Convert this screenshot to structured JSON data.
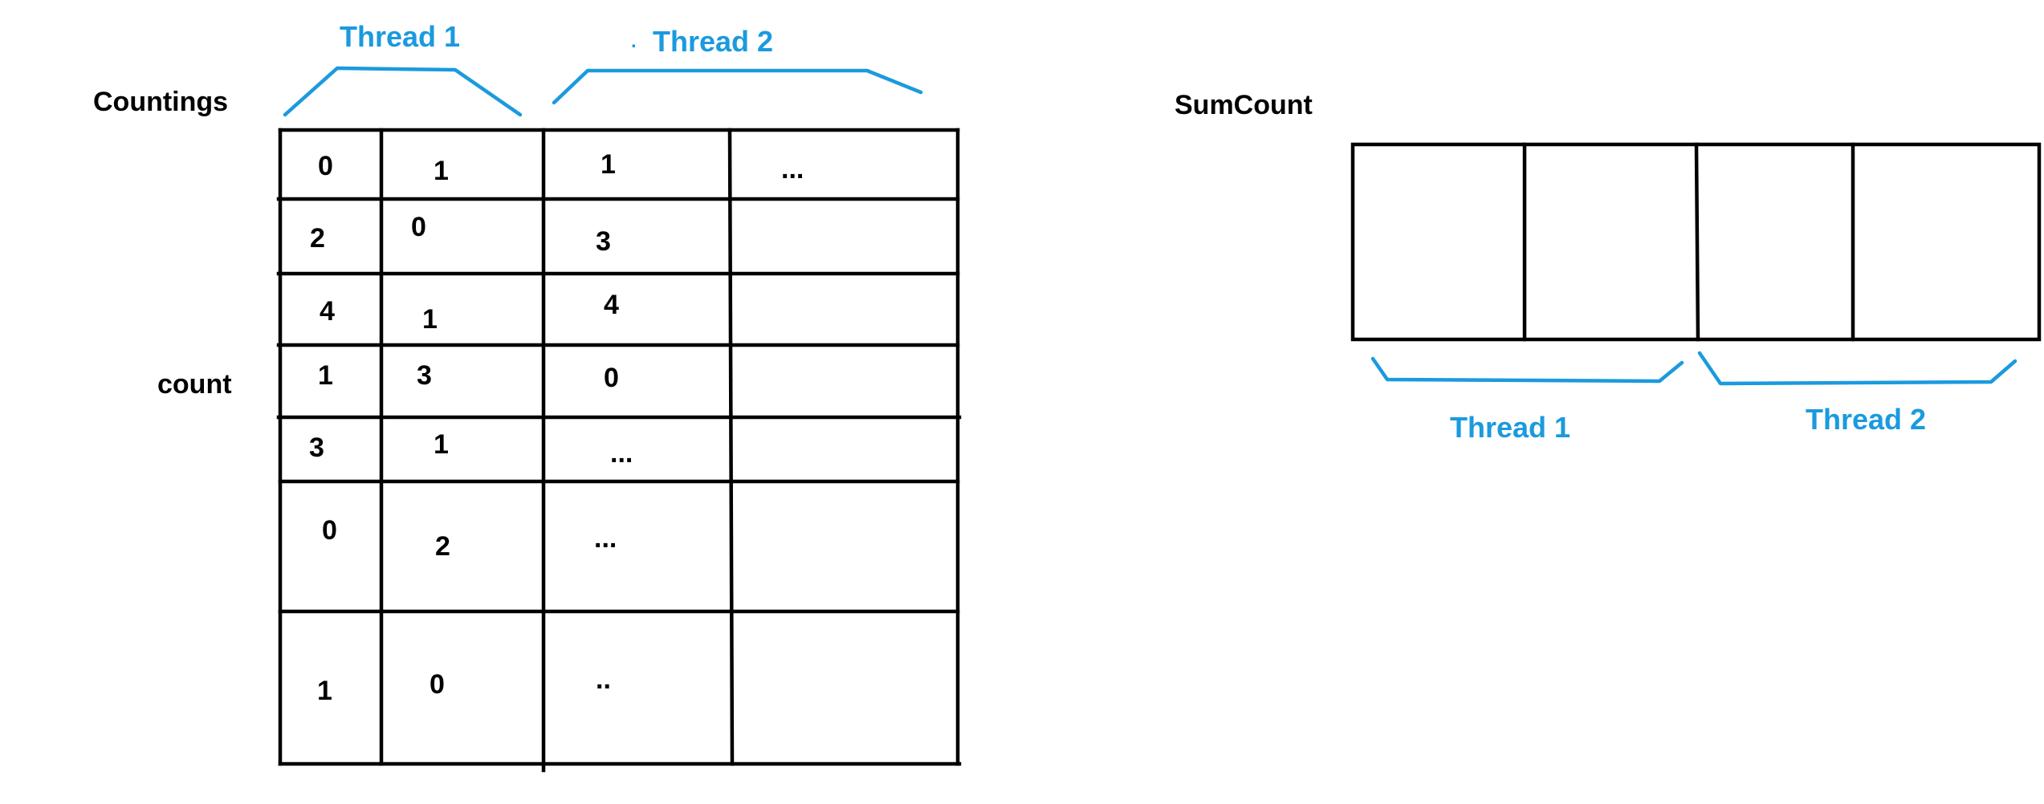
{
  "labels": {
    "countings": "Countings",
    "count": "count",
    "sumcount": "SumCount"
  },
  "threads": {
    "top_left": "Thread 1",
    "top_right": "Thread 2",
    "bottom_left": "Thread 1",
    "bottom_right": "Thread 2",
    "stray_dot": "."
  },
  "countings_table": {
    "rows": [
      [
        "0",
        "1",
        "1",
        "..."
      ],
      [
        "2",
        "0",
        "3",
        ""
      ],
      [
        "4",
        "1",
        "4",
        ""
      ],
      [
        "1",
        "3",
        "0",
        ""
      ],
      [
        "3",
        "1",
        "...",
        ""
      ],
      [
        "0",
        "2",
        "...",
        ""
      ],
      [
        "1",
        "0",
        "..",
        ""
      ]
    ]
  },
  "sumcount_cells": [
    "",
    "",
    "",
    ""
  ],
  "colors": {
    "annotation_blue": "#1b9ade",
    "ink": "#000000"
  }
}
